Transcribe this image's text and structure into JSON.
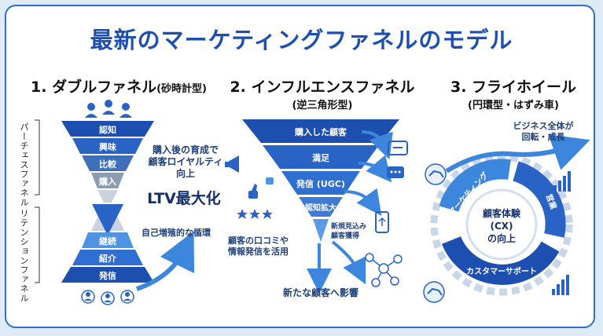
{
  "title": "最新のマーケティングファネルのモデル",
  "double": {
    "heading": "1. ダブルファネル",
    "subheading": "(砂時計型)",
    "purchase_label": "パーチェスファネル",
    "retention_label": "リテンションファネル",
    "top_stages": [
      "認知",
      "興味",
      "比較",
      "購入"
    ],
    "bottom_stages": [
      "継続",
      "紹介",
      "発信"
    ],
    "note_lines": [
      "購入後の育成で",
      "顧客ロイヤルティ",
      "向上"
    ],
    "ltv": "LTV最大化",
    "cycle": "自己増殖的な循環"
  },
  "influence": {
    "heading": "2. インフルエンスファネル",
    "subheading": "(逆三角形型)",
    "stages": [
      "購入した顧客",
      "満足",
      "発信 (UGC)",
      "認知拡大"
    ],
    "tip_lines": [
      "新規見込み",
      "顧客獲得"
    ],
    "note_lines": [
      "顧客の口コミや",
      "情報発信を活用"
    ],
    "bottom": "新たな顧客へ影響"
  },
  "flywheel": {
    "heading": "3. フライホイール",
    "subheading": "(円環型・はずみ車)",
    "top_lines": [
      "ビジネス全体が",
      "回転・成長"
    ],
    "center_lines": [
      "顧客体験",
      "(CX)",
      "の向上"
    ],
    "segments": [
      "マーケティング",
      "営業",
      "カスタマーサポート"
    ]
  },
  "colors": {
    "accent": "#1d4fb1",
    "blue": "#2a63c6",
    "light": "#4f93e3",
    "gray": "#9aa6b6"
  }
}
